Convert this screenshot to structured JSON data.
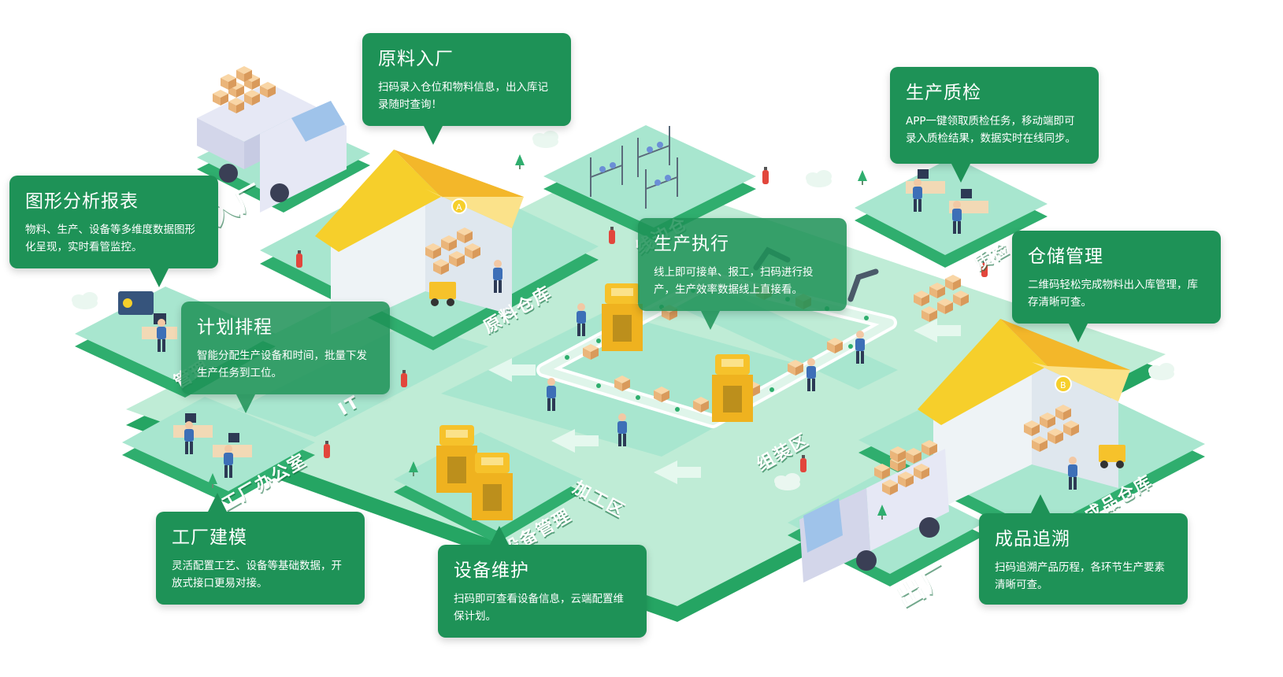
{
  "callouts": {
    "raw_in": {
      "title": "原料入厂",
      "desc": "扫码录入仓位和物料信息，出入库记录随时查询！"
    },
    "quality": {
      "title": "生产质检",
      "desc": "APP一键领取质检任务，移动端即可录入质检结果，数据实时在线同步。"
    },
    "report": {
      "title": "图形分析报表",
      "desc": "物料、生产、设备等多维度数据图形化呈现，实时看管监控。"
    },
    "production": {
      "title": "生产执行",
      "desc": "线上即可接单、报工，扫码进行投产，生产效率数据线上直接看。"
    },
    "warehouse": {
      "title": "仓储管理",
      "desc": "二维码轻松完成物料出入库管理，库存清晰可查。"
    },
    "planning": {
      "title": "计划排程",
      "desc": "智能分配生产设备和时间，批量下发生产任务到工位。"
    },
    "modeling": {
      "title": "工厂建模",
      "desc": "灵活配置工艺、设备等基础数据，开放式接口更易对接。"
    },
    "maintenance": {
      "title": "设备维护",
      "desc": "扫码即可查看设备信息，云端配置维保计划。"
    },
    "trace": {
      "title": "成品追溯",
      "desc": "扫码追溯产品历程，各环节生产要素清晰可查。"
    }
  },
  "zones": {
    "entry": "入厂",
    "raw_warehouse": "原料仓库",
    "line_side": "线边仓",
    "quality_zone": "质检",
    "management": "管理",
    "it": "IT",
    "office": "工厂办公室",
    "processing": "加工区",
    "assembly": "组装区",
    "equipment": "设备管理",
    "finished_warehouse": "成品仓库",
    "exit": "出厂"
  },
  "badges": {
    "warehouse_a": "A",
    "warehouse_b": "B"
  },
  "colors": {
    "callout": "#1e9257",
    "platform_top": "#a8e6cf",
    "platform_side": "#2fae6e",
    "roof": "#f6cf2b",
    "box": "#f2c48d",
    "truck": "#e6e8f5"
  }
}
